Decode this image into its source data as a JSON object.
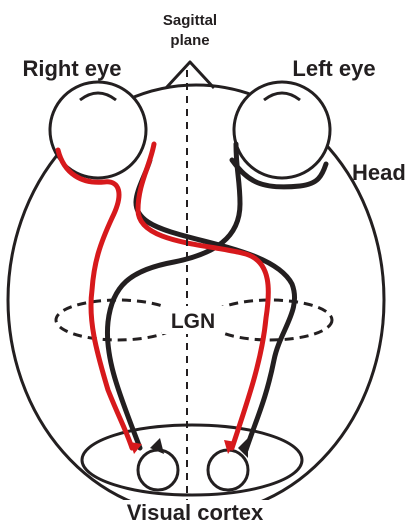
{
  "labels": {
    "sagittal_line1": "Sagittal",
    "sagittal_line2": "plane",
    "right_eye": "Right eye",
    "left_eye": "Left eye",
    "head": "Head",
    "lgn": "LGN",
    "visual_cortex": "Visual cortex"
  },
  "colors": {
    "outline": "#231f20",
    "right_half_field_pathway": "#d7191c",
    "left_half_field_pathway": "#231f20"
  }
}
